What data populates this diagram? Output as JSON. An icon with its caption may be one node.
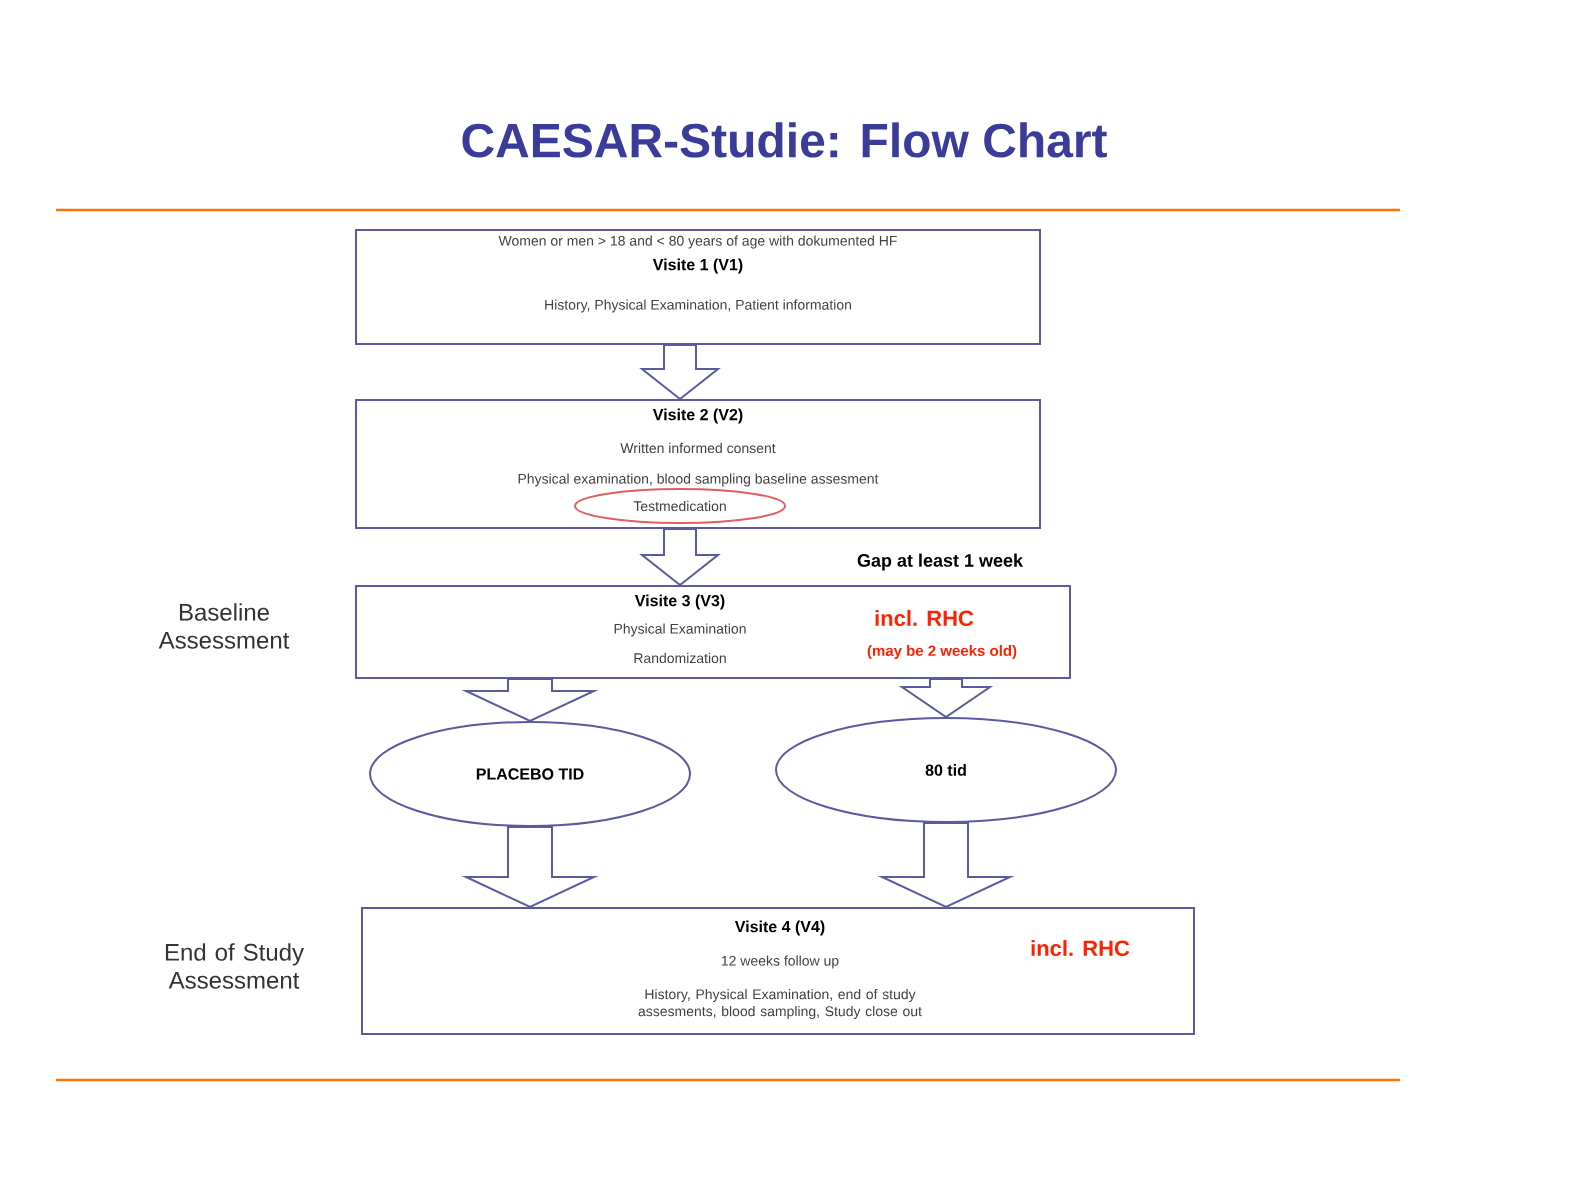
{
  "diagram": {
    "title": "CAESAR-Studie: Flow Chart",
    "nodes": [
      {
        "text": [
          "Women or men > 18 and < 80 years of age with dokumented HF",
          "Visite 1 (V1)",
          "History, Physical Examination, Patient information"
        ]
      },
      {
        "text": [
          "Visite 2 (V2)",
          "Written informed consent",
          "Physical examination, blood sampling baseline assesment"
        ]
      },
      {
        "text": [
          "Testmedication"
        ],
        "in": 1
      },
      {
        "text": [
          "Visite 3 (V3)",
          "Physical Examination",
          "Randomization",
          "incl. RHC",
          "(may be 2 weeks old)"
        ],
        "beside": [
          "Baseline Assessment"
        ]
      },
      {
        "text": [
          "PLACEBO TID"
        ]
      },
      {
        "text": [
          "80 tid"
        ]
      },
      {
        "text": [
          "Visite 4  (V4)",
          "incl. RHC",
          "12 weeks follow up",
          "History, Physical Examination, end of study assesments, blood sampling, Study close out"
        ],
        "beside": [
          "End of Study Assessment"
        ]
      }
    ],
    "edges": [
      {
        "from": 0,
        "to": 1,
        "arrow": "to"
      },
      {
        "from": 1,
        "to": 3,
        "arrow": "to"
      },
      {
        "from": 3,
        "to": 4,
        "arrow": "to"
      },
      {
        "from": 3,
        "to": 5,
        "arrow": "to"
      },
      {
        "from": 4,
        "to": 6,
        "arrow": "to"
      },
      {
        "from": 5,
        "to": 6,
        "arrow": "to"
      }
    ],
    "labels": [
      "Gap at least 1 week"
    ]
  }
}
